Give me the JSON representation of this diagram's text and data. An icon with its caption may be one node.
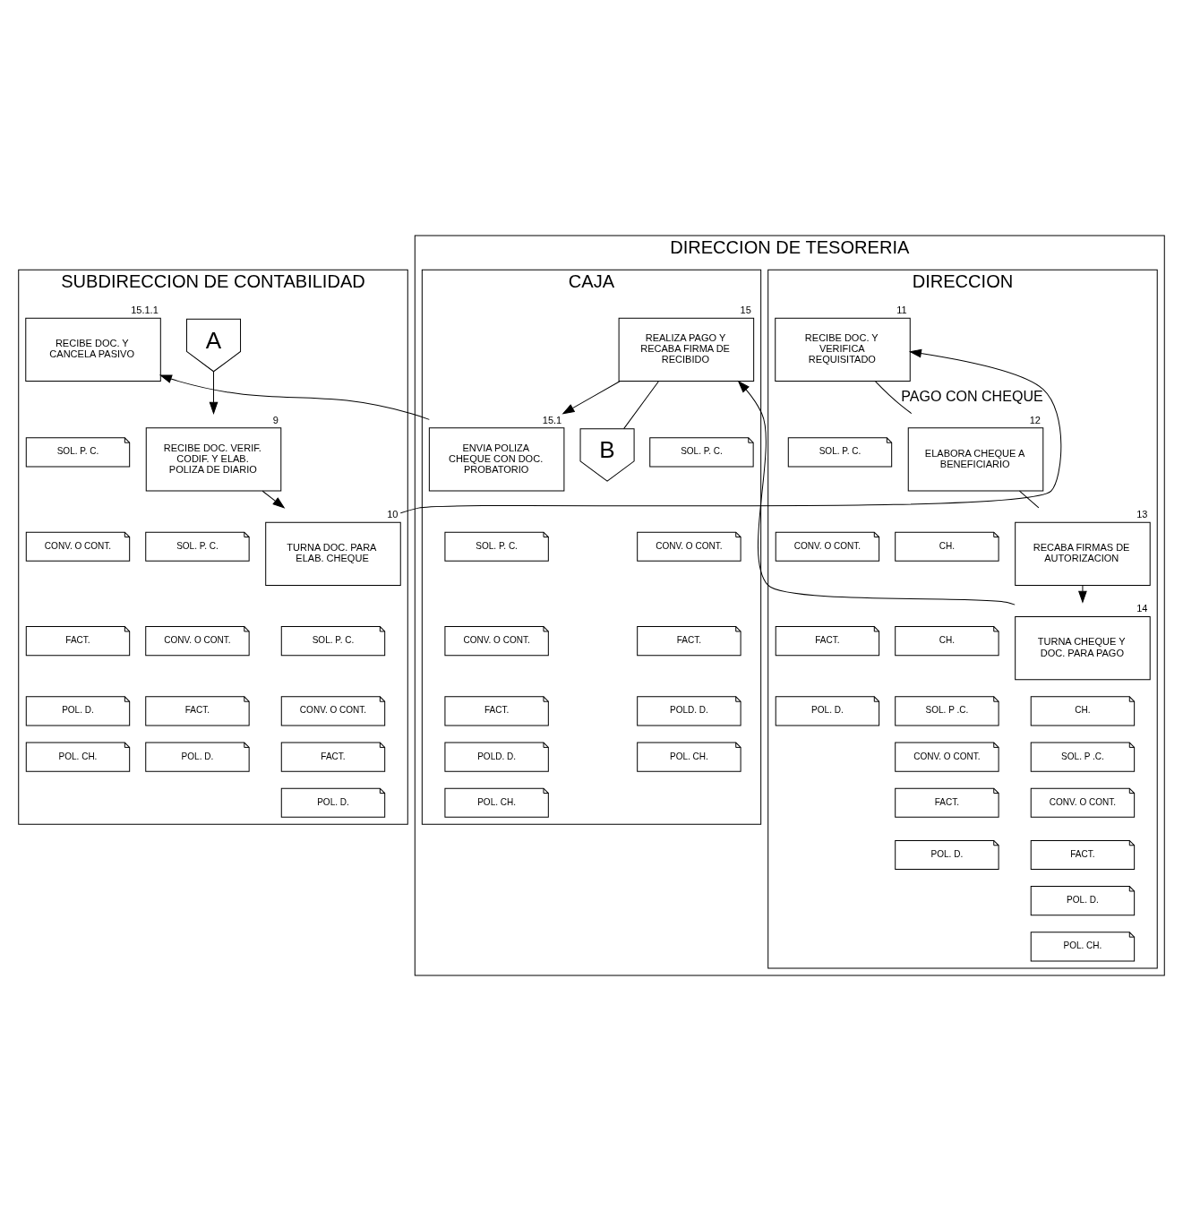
{
  "diagram": {
    "nodes": [
      {
        "text": [
          "SUBDIRECCION DE CONTABILIDAD"
        ]
      },
      {
        "text": [
          "DIRECCION DE TESORERIA"
        ]
      },
      {
        "text": [
          "DIRECCION"
        ],
        "in": 1
      },
      {
        "text": [
          "CAJA"
        ],
        "in": 1
      },
      {
        "text": [
          "A"
        ],
        "in": 0
      },
      {
        "text": [
          "RECIBE DOC. VERIF. CODIF. Y ELAB. POLIZA DE DIARIO"
        ],
        "beside": [
          "9"
        ],
        "in": 0
      },
      {
        "text": [
          "SOL. P. C."
        ],
        "in": 0
      },
      {
        "text": [
          "CONV. O CONT."
        ],
        "in": 0
      },
      {
        "text": [
          "FACT."
        ],
        "in": 0
      },
      {
        "text": [
          "POL. D."
        ],
        "in": 0
      },
      {
        "text": [
          "TURNA DOC. PARA ELAB. CHEQUE"
        ],
        "beside": [
          "10"
        ],
        "in": 0
      },
      {
        "text": [
          "SOL. P. C."
        ],
        "in": 0
      },
      {
        "text": [
          "CONV. O CONT."
        ],
        "in": 0
      },
      {
        "text": [
          "FACT."
        ],
        "in": 0
      },
      {
        "text": [
          "POL. D."
        ],
        "in": 0
      },
      {
        "text": [
          "RECIBE DOC. Y CANCELA PASIVO"
        ],
        "beside": [
          "15.1.1"
        ],
        "in": 0
      },
      {
        "text": [
          "SOL. P. C."
        ],
        "in": 0
      },
      {
        "text": [
          "CONV. O CONT."
        ],
        "in": 0
      },
      {
        "text": [
          "FACT."
        ],
        "in": 0
      },
      {
        "text": [
          "POL. D."
        ],
        "in": 0
      },
      {
        "text": [
          "POL. CH."
        ],
        "in": 0
      },
      {
        "text": [
          "RECIBE DOC. Y VERIFICA REQUISITADO"
        ],
        "beside": [
          "11"
        ],
        "in": 2
      },
      {
        "text": [
          "SOL. P. C."
        ],
        "in": 2
      },
      {
        "text": [
          "CONV. O CONT."
        ],
        "in": 2
      },
      {
        "text": [
          "FACT."
        ],
        "in": 2
      },
      {
        "text": [
          "POL. D."
        ],
        "in": 2
      },
      {
        "text": [
          "ELABORA CHEQUE A BENEFICIARIO"
        ],
        "beside": [
          "12"
        ],
        "in": 2
      },
      {
        "text": [
          "CH."
        ],
        "in": 2
      },
      {
        "text": [
          "RECABA FIRMAS DE AUTORIZACION"
        ],
        "beside": [
          "13"
        ],
        "in": 2
      },
      {
        "text": [
          "CH."
        ],
        "in": 2
      },
      {
        "text": [
          "SOL. P .C."
        ],
        "in": 2
      },
      {
        "text": [
          "CONV. O CONT."
        ],
        "in": 2
      },
      {
        "text": [
          "FACT."
        ],
        "in": 2
      },
      {
        "text": [
          "POL. D."
        ],
        "in": 2
      },
      {
        "text": [
          "TURNA CHEQUE Y DOC. PARA PAGO"
        ],
        "beside": [
          "14"
        ],
        "in": 2
      },
      {
        "text": [
          "CH."
        ],
        "in": 2
      },
      {
        "text": [
          "SOL. P .C."
        ],
        "in": 2
      },
      {
        "text": [
          "CONV. O CONT."
        ],
        "in": 2
      },
      {
        "text": [
          "FACT."
        ],
        "in": 2
      },
      {
        "text": [
          "POL. D."
        ],
        "in": 2
      },
      {
        "text": [
          "POL. CH."
        ],
        "in": 2
      },
      {
        "text": [
          "REALIZA PAGO Y RECABA FIRMA DE RECIBIDO"
        ],
        "beside": [
          "15"
        ],
        "in": 3
      },
      {
        "text": [
          "SOL. P. C."
        ],
        "in": 3
      },
      {
        "text": [
          "CONV. O CONT."
        ],
        "in": 3
      },
      {
        "text": [
          "FACT."
        ],
        "in": 3
      },
      {
        "text": [
          "POLD. D."
        ],
        "in": 3
      },
      {
        "text": [
          "POL. CH."
        ],
        "in": 3
      },
      {
        "text": [
          "ENVIA POLIZA CHEQUE CON DOC. PROBATORIO"
        ],
        "beside": [
          "15.1"
        ],
        "in": 3
      },
      {
        "text": [
          "SOL. P. C."
        ],
        "in": 3
      },
      {
        "text": [
          "CONV. O CONT."
        ],
        "in": 3
      },
      {
        "text": [
          "FACT."
        ],
        "in": 3
      },
      {
        "text": [
          "POLD. D."
        ],
        "in": 3
      },
      {
        "text": [
          "POL. CH."
        ],
        "in": 3
      },
      {
        "text": [
          "B"
        ],
        "in": 3
      }
    ],
    "edges": [
      {
        "from": 4,
        "to": 5,
        "arrow": "to"
      },
      {
        "from": 5,
        "to": 10,
        "arrow": "to"
      },
      {
        "from": 10,
        "to": 21,
        "arrow": "to"
      },
      {
        "from": 21,
        "to": 26,
        "arrow": "none",
        "label": "PAGO CON CHEQUE"
      },
      {
        "from": 26,
        "to": 28,
        "arrow": "none"
      },
      {
        "from": 28,
        "to": 34,
        "arrow": "to"
      },
      {
        "from": 34,
        "to": 41,
        "arrow": "to"
      },
      {
        "from": 41,
        "to": 47,
        "arrow": "to"
      },
      {
        "from": 41,
        "to": 53,
        "arrow": "none"
      },
      {
        "from": 47,
        "to": 15,
        "arrow": "to"
      }
    ]
  }
}
